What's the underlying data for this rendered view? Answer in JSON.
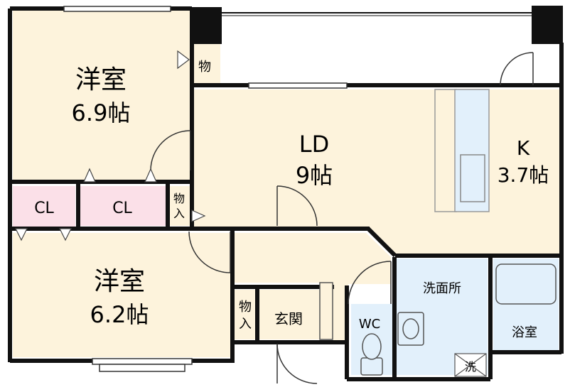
{
  "rooms": {
    "western1": {
      "name": "洋室",
      "size": "6.9帖"
    },
    "ld": {
      "name": "LD",
      "size": "9帖"
    },
    "kitchen": {
      "name": "K",
      "size": "3.7帖"
    },
    "closet1": {
      "name": "CL"
    },
    "closet2": {
      "name": "CL"
    },
    "storage_small": {
      "name": "物"
    },
    "storage_entry1": {
      "name1": "物",
      "name2": "入"
    },
    "western2": {
      "name": "洋室",
      "size": "6.2帖"
    },
    "storage_entry2": {
      "name1": "物",
      "name2": "入"
    },
    "entrance": {
      "name": "玄関"
    },
    "wc": {
      "name": "WC"
    },
    "washroom": {
      "name": "洗面所"
    },
    "bath": {
      "name": "浴室"
    },
    "washer": {
      "name": "洗"
    }
  },
  "colors": {
    "room_fill": "#fdf3dc",
    "closet_fill": "#fbe0e8",
    "wet_fill": "#e2f0fb",
    "wall": "#111111"
  }
}
